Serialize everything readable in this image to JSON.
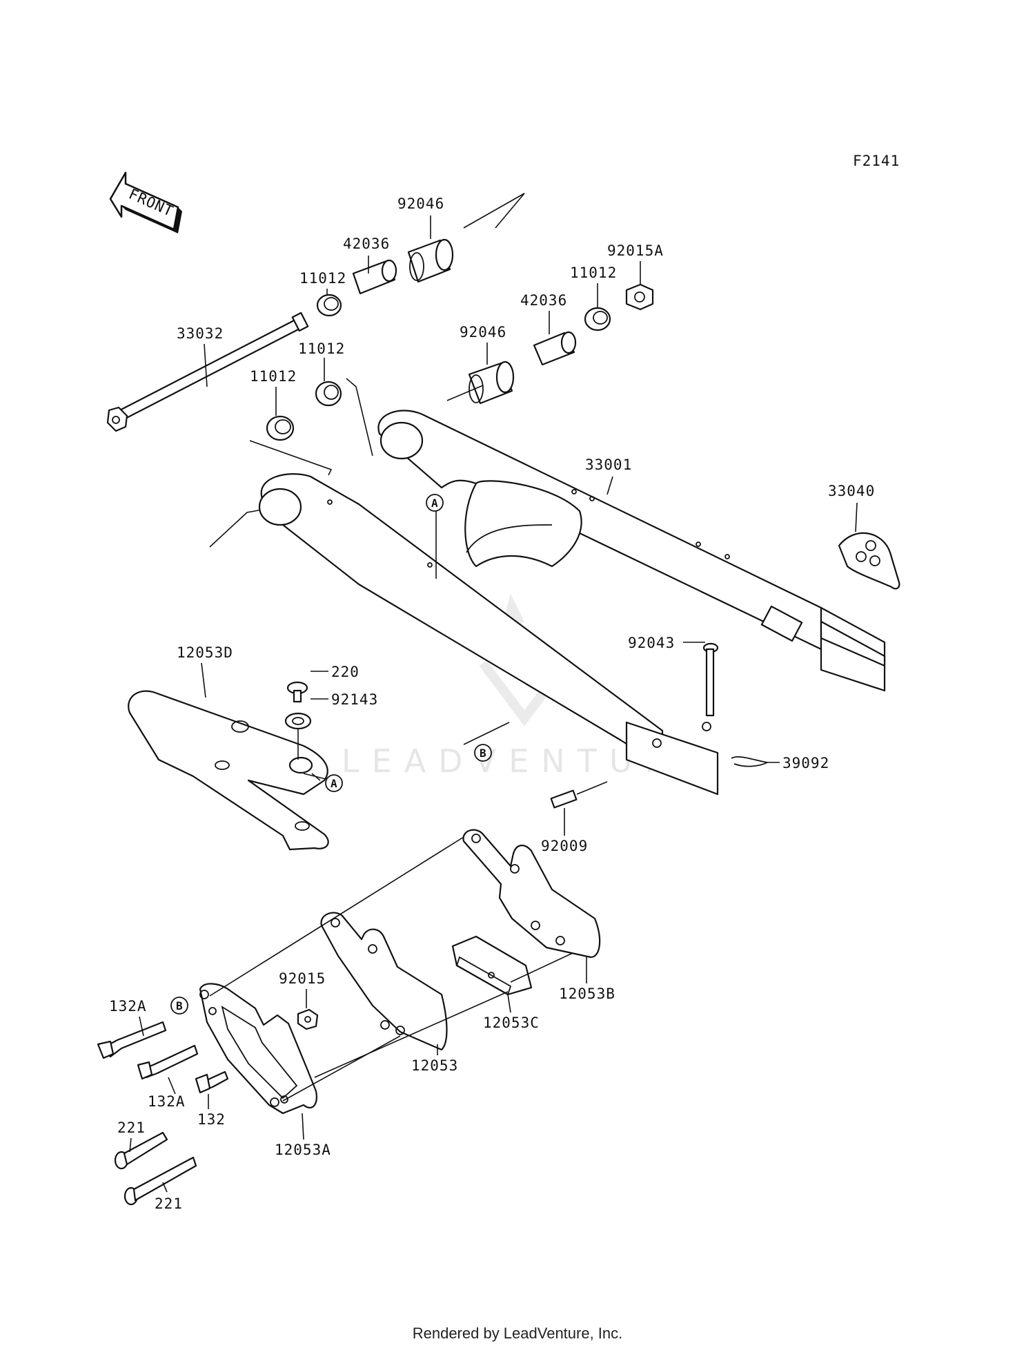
{
  "diagram_code": "F2141",
  "front_label": "FRONT",
  "watermark": "LEADVENTURE",
  "footer": "Rendered by LeadVenture, Inc.",
  "parts": {
    "p92046_top": "92046",
    "p42036_top": "42036",
    "p11012_top": "11012",
    "p92015A": "92015A",
    "p11012_r": "11012",
    "p42036_r": "42036",
    "p92046_r": "92046",
    "p33032": "33032",
    "p11012_m": "11012",
    "p11012_l": "11012",
    "p33001": "33001",
    "p33040": "33040",
    "p92043": "92043",
    "p12053D": "12053D",
    "p220": "220",
    "p92143": "92143",
    "p39092": "39092",
    "p92009": "92009",
    "p92015": "92015",
    "p132A_a": "132A",
    "p132A_b": "132A",
    "p132": "132",
    "p221_a": "221",
    "p221_b": "221",
    "p12053A": "12053A",
    "p12053": "12053",
    "p12053C": "12053C",
    "p12053B": "12053B"
  },
  "refs": {
    "A": "A",
    "B": "B"
  }
}
